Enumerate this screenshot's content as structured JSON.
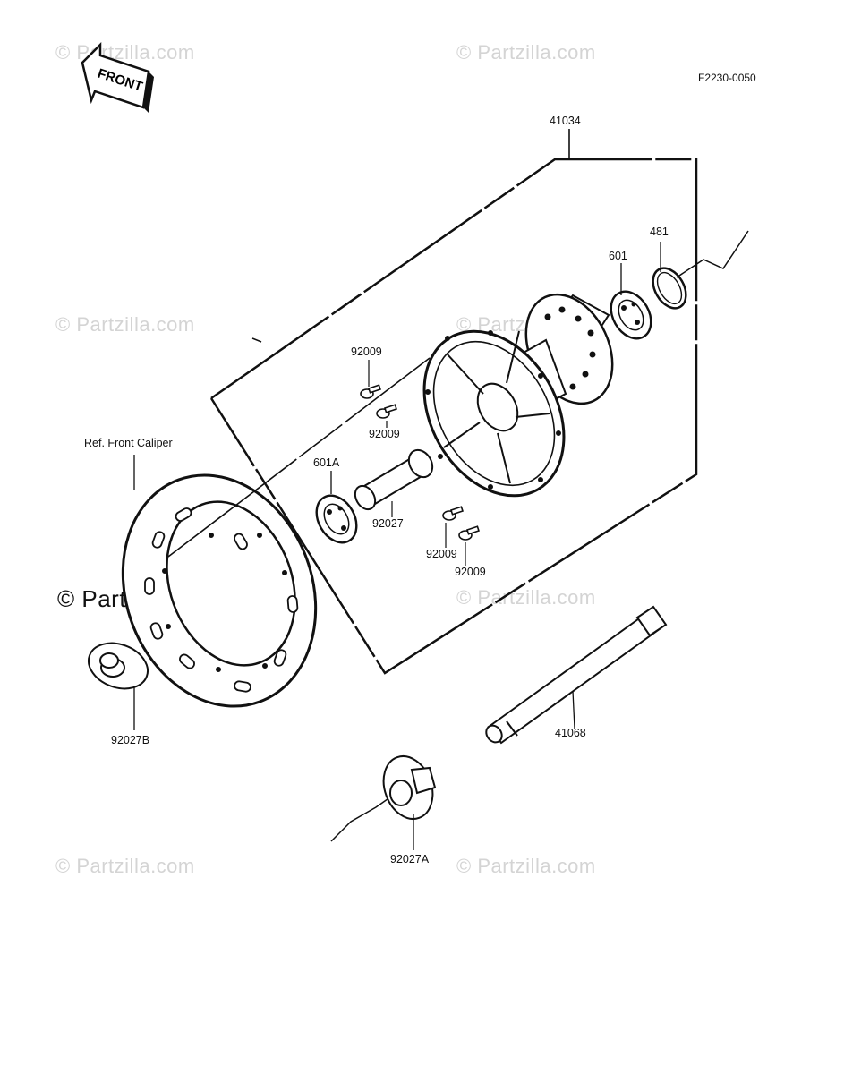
{
  "diagram_code": "F2230-0050",
  "front_arrow_text": "FRONT",
  "watermark_text": "© Partzilla.com",
  "part_labels": {
    "hub": "41034",
    "circlip": "481",
    "bearing": "601",
    "bearing_a": "601A",
    "screw_1": "92009",
    "screw_2": "92009",
    "screw_3": "92009",
    "screw_4": "92009",
    "spacer": "92027",
    "collar_b": "92027B",
    "collar_a": "92027A",
    "axle": "41068",
    "ref_caliper": "Ref. Front Caliper"
  }
}
